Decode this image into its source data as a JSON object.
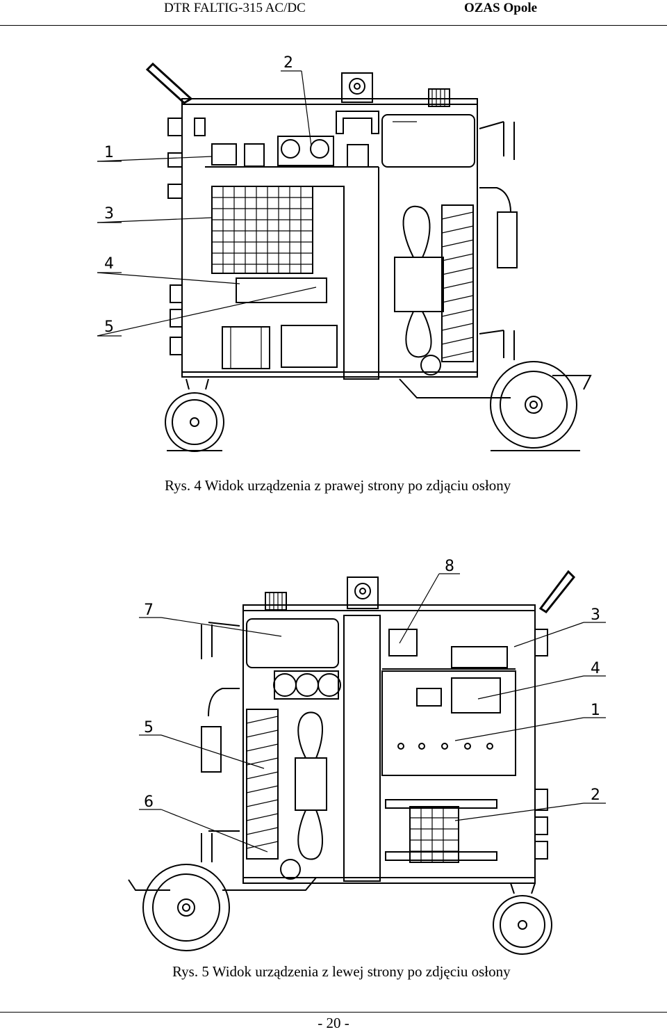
{
  "header": {
    "left_text": "DTR  FALTIG-315 AC/DC",
    "right_text": "OZAS Opole"
  },
  "figure1": {
    "caption": "Rys. 4 Widok urządzenia z prawej strony po zdjąciu osłony",
    "callouts": [
      "1",
      "2",
      "3",
      "4",
      "5"
    ]
  },
  "figure2": {
    "caption": "Rys. 5 Widok urządzenia z lewej strony po zdjęciu osłony",
    "callouts": [
      "1",
      "2",
      "3",
      "4",
      "5",
      "6",
      "7",
      "8"
    ]
  },
  "footer": {
    "page_number": "- 20 -"
  }
}
